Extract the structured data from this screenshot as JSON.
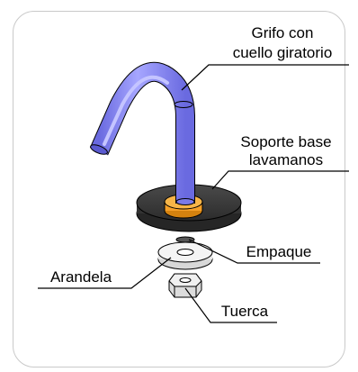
{
  "labels": {
    "faucet_line1": "Grifo con",
    "faucet_line2": "cuello giratorio",
    "base_line1": "Soporte base",
    "base_line2": "lavamanos",
    "gasket": "Empaque",
    "washer": "Arandela",
    "nut": "Tuerca"
  },
  "colors": {
    "spout": "#8c8cf0",
    "base_plate": "#3d3d3d",
    "orange_ring": "#f5a028",
    "washer": "#f2f2f2",
    "nut": "#e6e6e6",
    "card_border": "#c9c9c9"
  }
}
